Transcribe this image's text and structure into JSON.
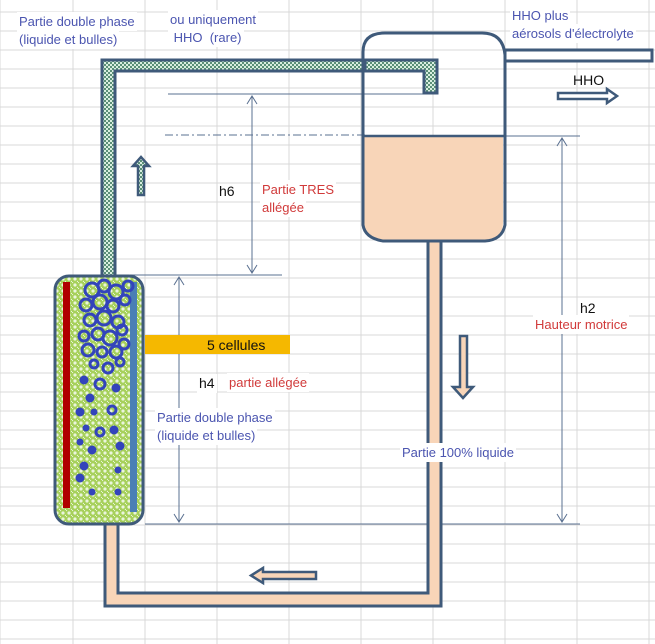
{
  "labels": {
    "top_left_line1": "Partie double phase",
    "top_left_line2": "(liquide et bulles)",
    "top_mid_line1": "ou uniquement",
    "top_mid_line2": " HHO  (rare)",
    "top_right_line1": "HHO plus",
    "top_right_line2": "aérosols d'électrolyte",
    "hho_out": "HHO",
    "h6": "h6",
    "tres_line1": "Partie TRES",
    "tres_line2": "allégée",
    "cells": "5 cellules",
    "h4": "h4",
    "partie_allegee": "partie allégée",
    "mid_double_line1": "Partie double phase",
    "mid_double_line2": "(liquide et bulles)",
    "h2": "h2",
    "hauteur_motrice": "Hauteur motrice",
    "liquid_part": "Partie 100% liquide"
  },
  "colors": {
    "outline": "#3f5a7a",
    "liquid": "#f8d5b8",
    "gas_hatch_light": "#cde8c8",
    "gas_hatch_dark": "#5b8f78",
    "cell_fill": "#a6d05a",
    "bubble": "#3344bb",
    "electrode_red": "#b00000",
    "electrode_blue": "#4a7fb5",
    "cells_banner": "#f5b800",
    "grid": "#d9d9d9",
    "dim_line": "#5a7090"
  }
}
